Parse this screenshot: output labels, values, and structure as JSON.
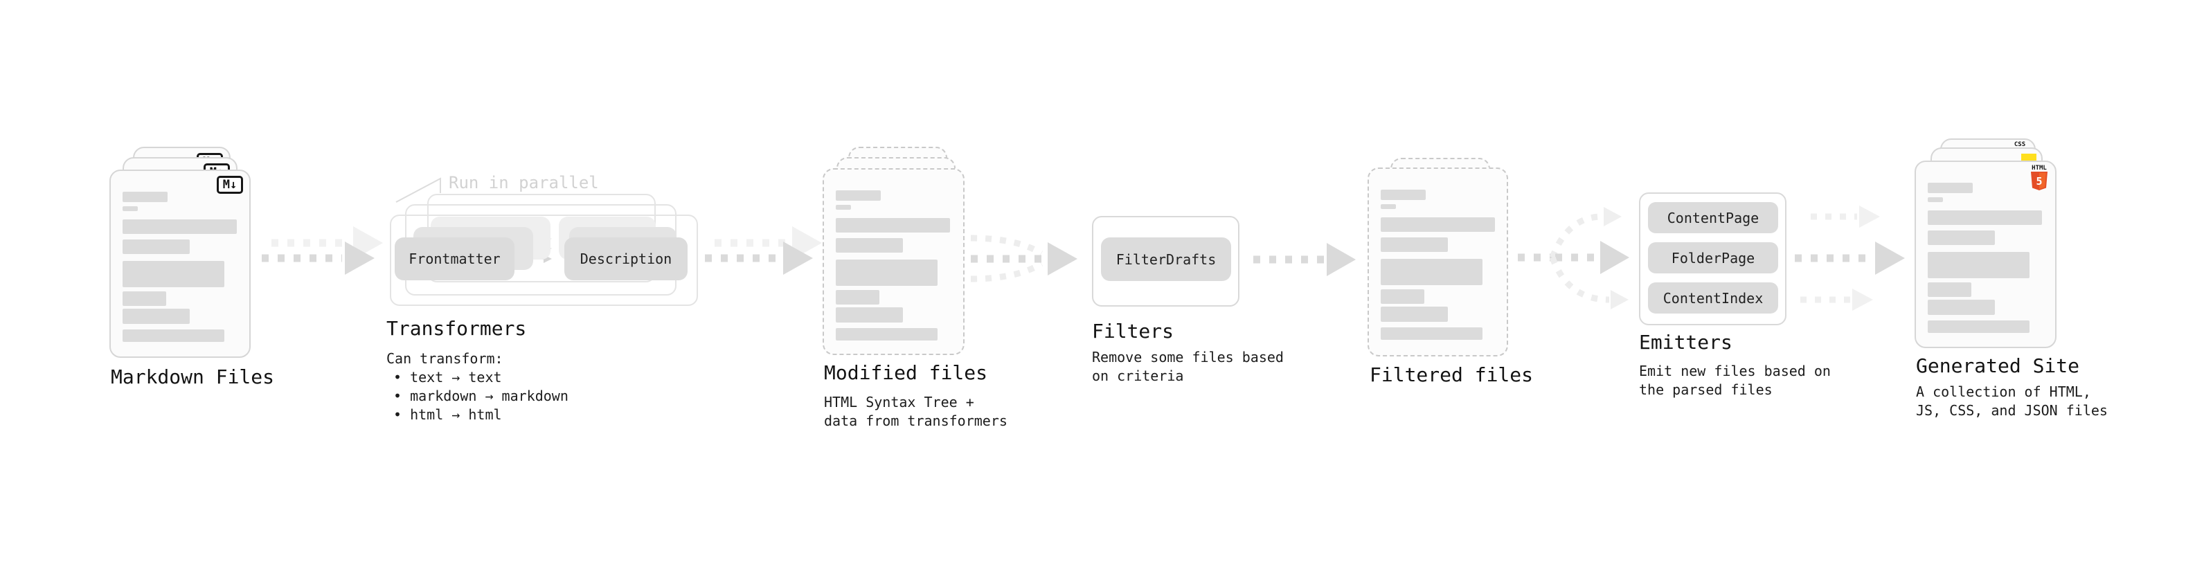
{
  "annotation": {
    "label": "Run in parallel"
  },
  "icons": {
    "markdown_glyph": "M↓",
    "html5_label": "HTML",
    "html5_glyph": "5",
    "css_label": "CSS"
  },
  "colors": {
    "html5_orange": "#e44d26",
    "js_yellow": "#ffdf1e",
    "css_blue": "#2f6bf2",
    "ink": "#161616",
    "arrow_gray": "#dadada",
    "arrow_light": "#f0f0f0",
    "placeholder_gray": "#dbdbdb"
  },
  "stages": {
    "markdown": {
      "title": "Markdown Files"
    },
    "transformers": {
      "title": "Transformers",
      "subtitle": "Can transform:",
      "bullets": [
        "• text → text",
        "• markdown → markdown",
        "• html → html"
      ],
      "boxes": [
        "Frontmatter",
        "Description"
      ]
    },
    "modified": {
      "title": "Modified files",
      "subtitle_lines": [
        "HTML Syntax Tree +",
        "data from transformers"
      ]
    },
    "filters": {
      "title": "Filters",
      "subtitle_lines": [
        "Remove some files based",
        "on criteria"
      ],
      "boxes": [
        "FilterDrafts"
      ]
    },
    "filtered": {
      "title": "Filtered files"
    },
    "emitters": {
      "title": "Emitters",
      "subtitle_lines": [
        "Emit new files based on",
        "the parsed files"
      ],
      "boxes": [
        "ContentPage",
        "FolderPage",
        "ContentIndex"
      ]
    },
    "generated": {
      "title": "Generated Site",
      "subtitle_lines": [
        "A collection of HTML,",
        "JS, CSS, and JSON files"
      ]
    }
  }
}
